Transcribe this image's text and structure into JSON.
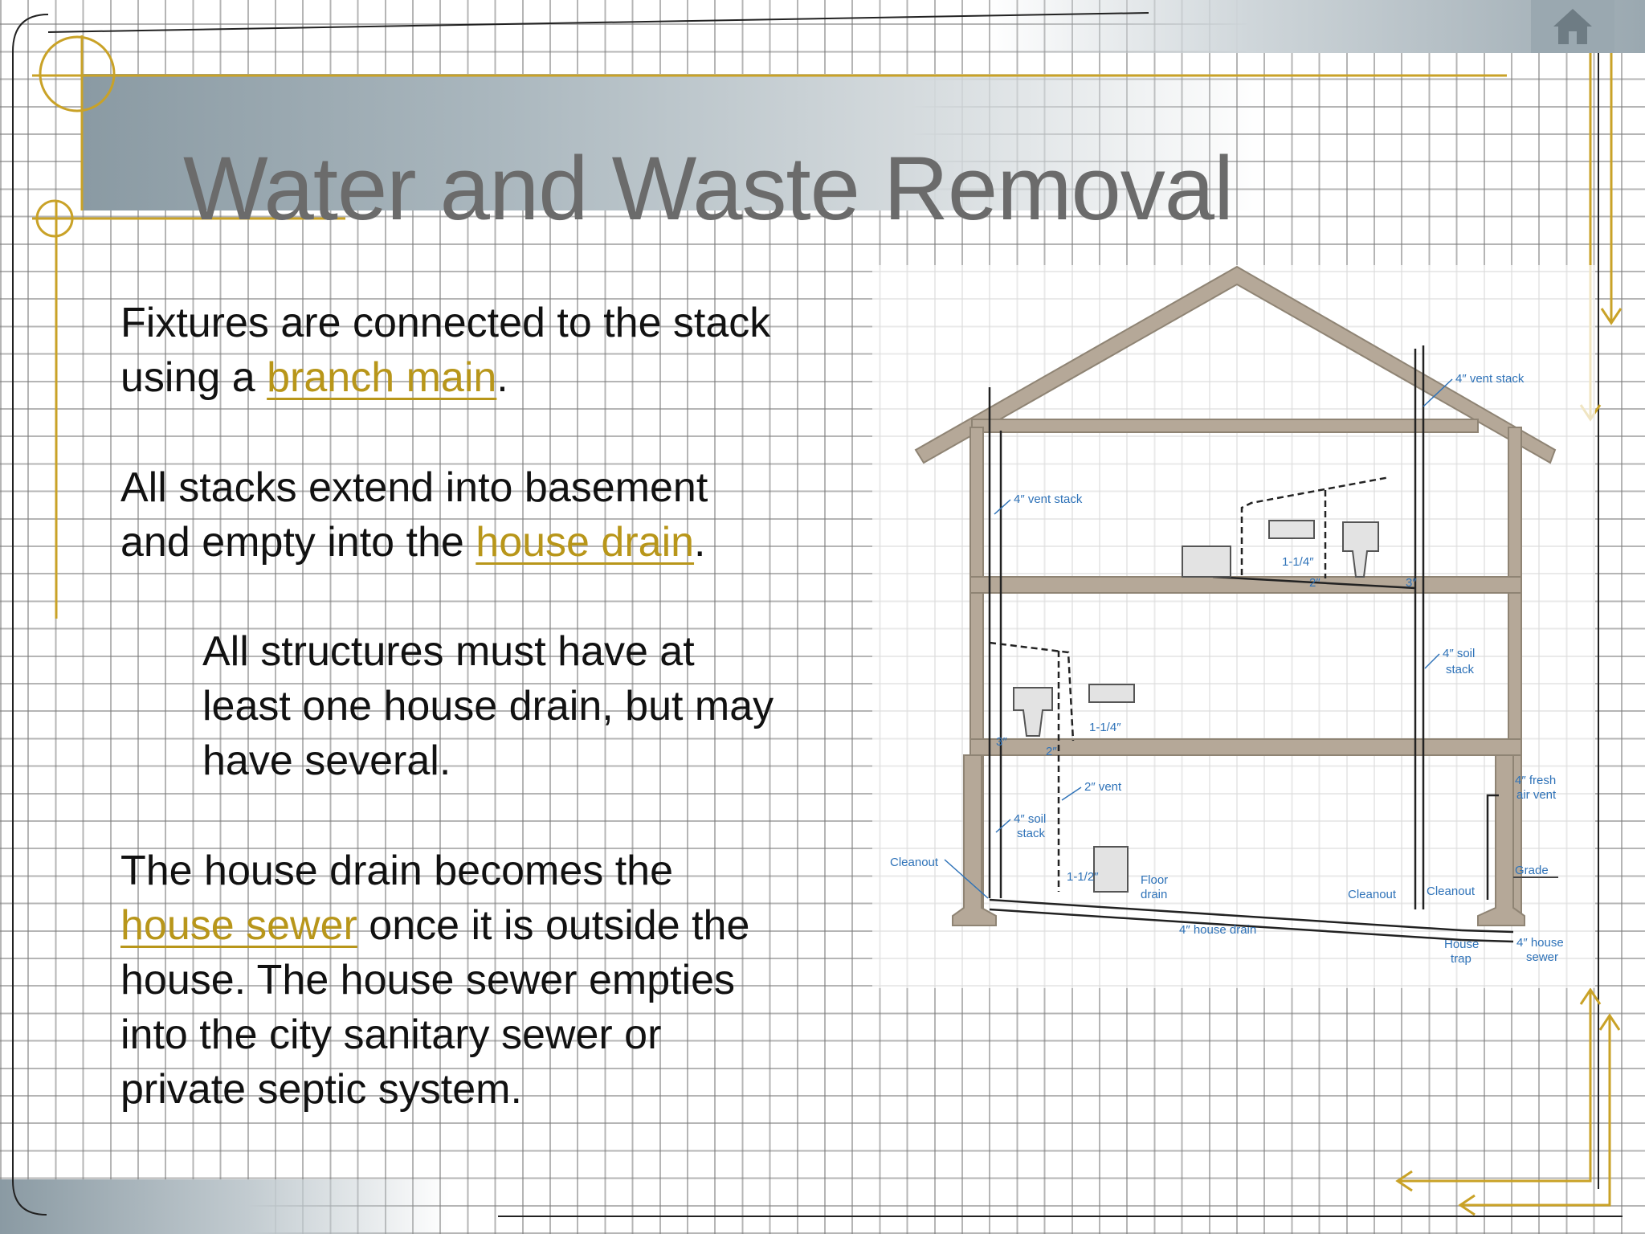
{
  "slide": {
    "title": "Water and Waste Removal"
  },
  "paragraphs": {
    "p1_line1": "Fixtures are connected to the stack",
    "p1_line2_pre": "using a ",
    "p1_link": "branch main",
    "p1_line2_post": ".",
    "p2_line1": "All stacks extend into basement",
    "p2_line2_pre": "and empty into the ",
    "p2_link": "house drain",
    "p2_line2_post": ".",
    "p3_line1": "All structures must have at",
    "p3_line2": "least one house drain, but may",
    "p3_line3": "have several.",
    "p4_line1": "The house drain becomes the",
    "p4_link": "house sewer",
    "p4_line2_post": " once it is outside the",
    "p4_line3": "house.  The house sewer empties",
    "p4_line4": "into the city sanitary sewer or",
    "p4_line5": "private septic system."
  },
  "diagram": {
    "labels": {
      "vent_stack_top": "4″ vent stack",
      "vent_stack_left": "4″ vent stack",
      "size_114_upper": "1-1/4″",
      "size_2_upper": "2″",
      "size_3_upper": "3″",
      "soil_stack_right_1": "4″ soil",
      "soil_stack_right_2": "stack",
      "size_114_mid": "1-1/4″",
      "size_3_mid": "3″",
      "size_2_mid": "2″",
      "vent_2": "2″ vent",
      "soil_stack_left_1": "4″ soil",
      "soil_stack_left_2": "stack",
      "fresh_air_1": "4″ fresh",
      "fresh_air_2": "air vent",
      "cleanout_left": "Cleanout",
      "size_112": "1-1/2″",
      "floor_drain_1": "Floor",
      "floor_drain_2": "drain",
      "grade": "Grade",
      "cleanout_mid": "Cleanout",
      "cleanout_right": "Cleanout",
      "house_drain": "4″ house drain",
      "house_trap_1": "House",
      "house_trap_2": "trap",
      "house_sewer_1": "4″ house",
      "house_sewer_2": "sewer"
    }
  },
  "icons": {
    "home": "home-icon"
  },
  "colors": {
    "accent_gold": "#c9a227",
    "link_gold": "#b8961a",
    "title_gray": "#6b6b6b",
    "wall_tan": "#b5a898",
    "label_blue": "#2e72b8"
  }
}
